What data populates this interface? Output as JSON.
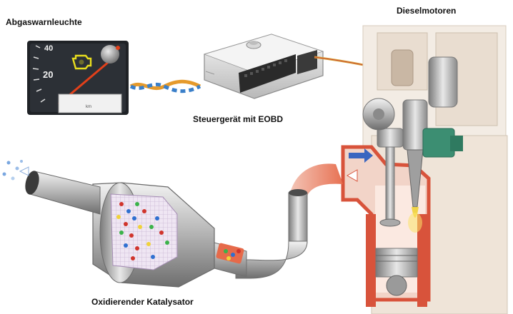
{
  "labels": {
    "warning_lamp": "Abgaswarnleuchte",
    "diesel_engine": "Dieselmotoren",
    "ecu": "Steuergerät mit EOBD",
    "catalyst": "Oxidierender Katalysator"
  },
  "gauge": {
    "scale_40": "40",
    "scale_20": "20",
    "unit_hint": "km"
  },
  "colors": {
    "lamp": "#e8dd1e",
    "needle": "#e2401a",
    "exhaust_hot": "#e05a3a",
    "ecu_wire": "#d9a43a"
  },
  "icons": {
    "lamp": "engine-check-icon"
  }
}
